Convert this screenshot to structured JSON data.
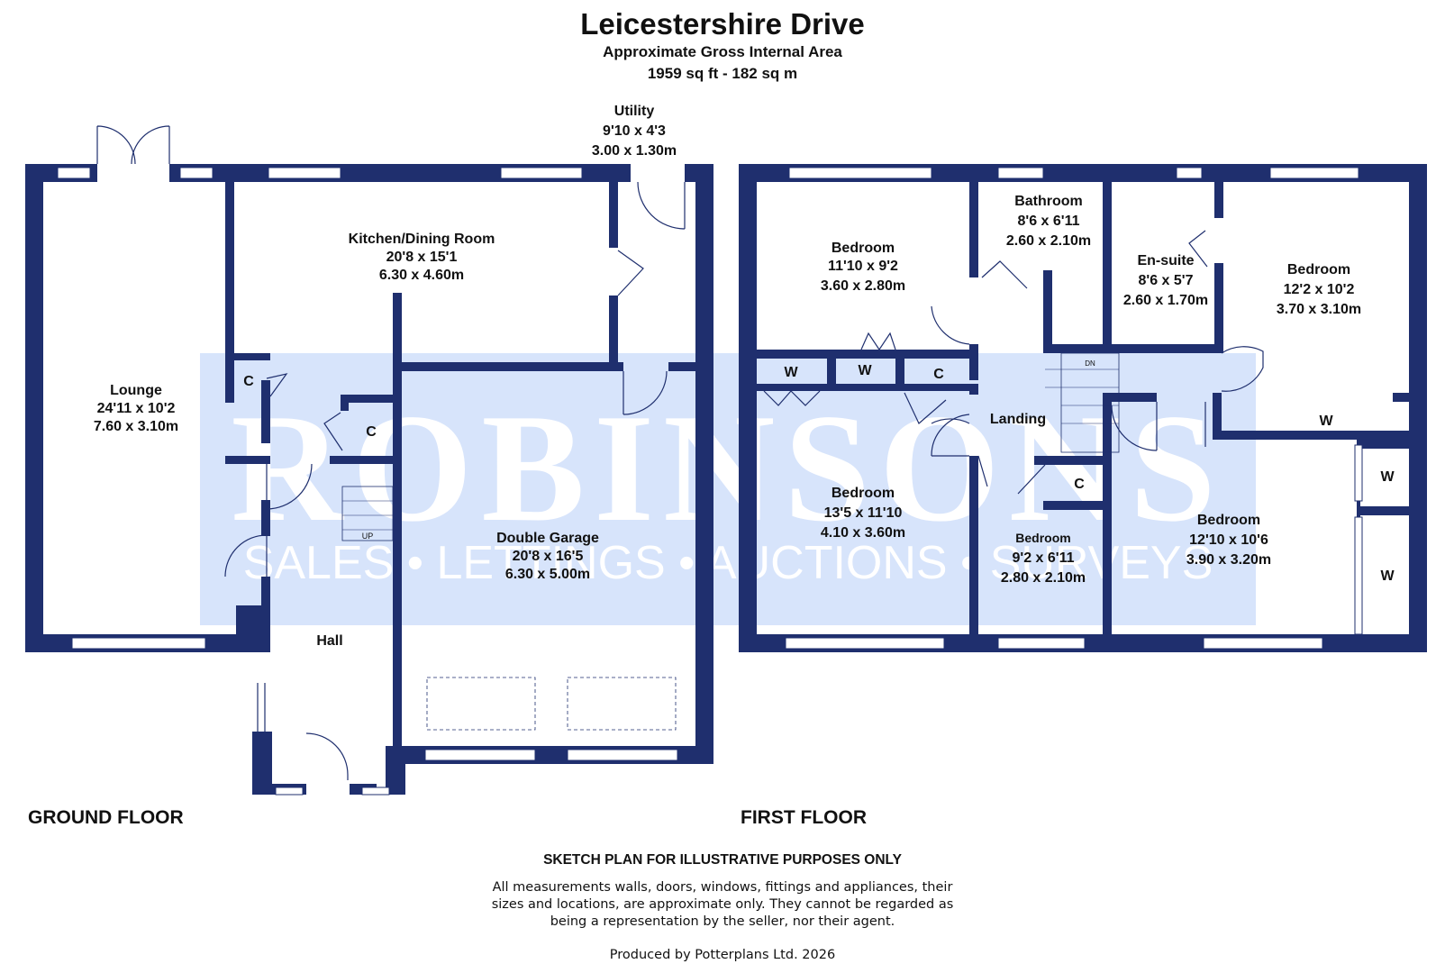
{
  "header": {
    "title": "Leicestershire Drive",
    "subtitle": "Approximate Gross Internal Area",
    "area": "1959 sq ft - 182 sq m"
  },
  "watermark": {
    "brand": "ROBINSONS",
    "tagline": "SALES • LETTINGS • AUCTIONS • SURVEYS",
    "color": "#c9dbfa"
  },
  "colors": {
    "wall": "#1f2f6e",
    "window": "#ffffff",
    "text": "#111111"
  },
  "floors": {
    "ground": {
      "label": "GROUND FLOOR",
      "rooms": [
        {
          "name": "Lounge",
          "imperial": "24'11 x 10'2",
          "metric": "7.60 x 3.10m"
        },
        {
          "name": "Kitchen/Dining Room",
          "imperial": "20'8 x 15'1",
          "metric": "6.30 x 4.60m"
        },
        {
          "name": "Utility",
          "imperial": "9'10 x 4'3",
          "metric": "3.00 x 1.30m"
        },
        {
          "name": "Double Garage",
          "imperial": "20'8 x 16'5",
          "metric": "6.30 x 5.00m"
        },
        {
          "name": "Hall"
        }
      ],
      "cupboards": [
        "C",
        "C"
      ],
      "stairs": "UP"
    },
    "first": {
      "label": "FIRST FLOOR",
      "rooms": [
        {
          "name": "Bedroom",
          "imperial": "11'10 x 9'2",
          "metric": "3.60 x 2.80m"
        },
        {
          "name": "Bathroom",
          "imperial": "8'6 x 6'11",
          "metric": "2.60 x 2.10m"
        },
        {
          "name": "En-suite",
          "imperial": "8'6 x 5'7",
          "metric": "2.60 x 1.70m"
        },
        {
          "name": "Bedroom",
          "imperial": "12'2 x 10'2",
          "metric": "3.70 x 3.10m"
        },
        {
          "name": "Landing"
        },
        {
          "name": "Bedroom",
          "imperial": "13'5 x 11'10",
          "metric": "4.10 x 3.60m"
        },
        {
          "name": "Bedroom",
          "imperial": "9'2 x 6'11",
          "metric": "2.80 x 2.10m"
        },
        {
          "name": "Bedroom",
          "imperial": "12'10 x 10'6",
          "metric": "3.90 x 3.20m"
        }
      ],
      "wardrobes": [
        "W",
        "W",
        "W",
        "W",
        "W"
      ],
      "cupboards": [
        "C",
        "C"
      ],
      "stairs": "DN"
    }
  },
  "footer": {
    "disclaimer_heading": "SKETCH PLAN FOR ILLUSTRATIVE PURPOSES ONLY",
    "disclaimer_lines": [
      "All measurements walls, doors, windows, fittings and appliances, their",
      "sizes and locations, are approximate only. They cannot be regarded as",
      "being a representation by the seller, nor their agent."
    ],
    "produced_by": "Produced by Potterplans Ltd. 2026"
  }
}
